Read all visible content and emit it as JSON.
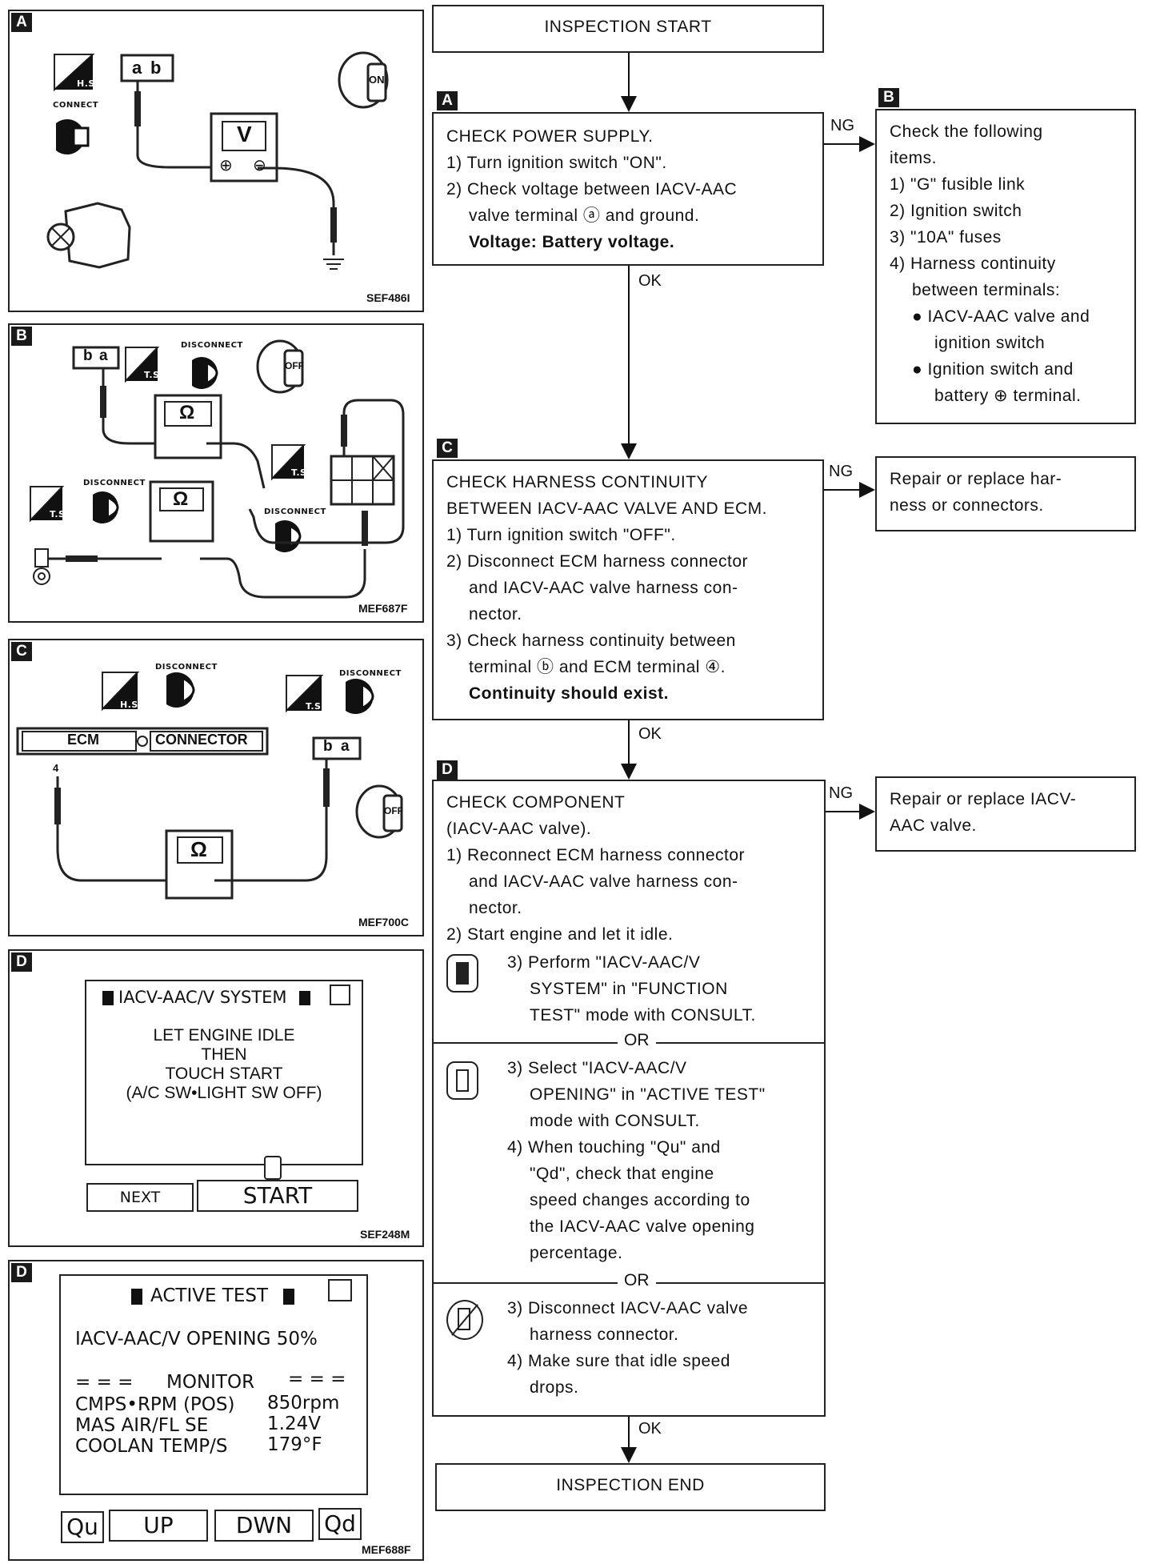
{
  "flow": {
    "start": "INSPECTION START",
    "end": "INSPECTION END",
    "ok": "OK",
    "ng": "NG",
    "or": "OR",
    "step_a": {
      "tag": "A",
      "lines": [
        "CHECK POWER SUPPLY.",
        "1) Turn ignition switch \"ON\".",
        "2) Check voltage between IACV-AAC",
        "valve terminal ⓐ and ground.",
        "Voltage: Battery voltage."
      ]
    },
    "step_b": {
      "tag": "B",
      "lines": [
        "Check the following",
        "items.",
        "1) \"G\" fusible link",
        "2) Ignition switch",
        "3) \"10A\" fuses",
        "4) Harness continuity",
        "between terminals:",
        "● IACV-AAC valve and",
        "ignition switch",
        "● Ignition switch and",
        "battery ⊕ terminal."
      ]
    },
    "step_c": {
      "tag": "C",
      "lines": [
        "CHECK HARNESS CONTINUITY",
        "BETWEEN IACV-AAC VALVE AND ECM.",
        "1) Turn ignition switch \"OFF\".",
        "2) Disconnect ECM harness connector",
        "and IACV-AAC valve harness con-",
        "nector.",
        "3) Check harness continuity between",
        "terminal ⓑ and ECM terminal ④.",
        "Continuity should exist."
      ]
    },
    "repair_c": {
      "lines": [
        "Repair or replace har-",
        "ness or connectors."
      ]
    },
    "step_d": {
      "tag": "D",
      "lines": [
        "CHECK COMPONENT",
        "(IACV-AAC valve).",
        "1) Reconnect ECM harness connector",
        "and IACV-AAC valve harness con-",
        "nector.",
        "2) Start engine and let it idle."
      ],
      "opt1": [
        "3) Perform \"IACV-AAC/V",
        "SYSTEM\" in \"FUNCTION",
        "TEST\" mode with CONSULT."
      ],
      "opt2": [
        "3) Select \"IACV-AAC/V",
        "OPENING\" in \"ACTIVE TEST\"",
        "mode with CONSULT.",
        "4) When touching \"Qu\" and",
        "\"Qd\", check that engine",
        "speed changes according to",
        "the IACV-AAC valve opening",
        "percentage."
      ],
      "opt3": [
        "3) Disconnect IACV-AAC valve",
        "harness connector.",
        "4) Make sure that idle speed",
        "drops."
      ]
    },
    "repair_d": {
      "lines": [
        "Repair or replace IACV-",
        "AAC valve."
      ]
    }
  },
  "figures": {
    "a": {
      "tag": "A",
      "code": "SEF486I",
      "hs": "H.S.",
      "connect": "CONNECT",
      "meter": "V",
      "on": "ON",
      "term_a": "a",
      "term_b": "b",
      "plus": "⊕",
      "minus": "⊖"
    },
    "b": {
      "tag": "B",
      "code": "MEF687F",
      "ts": "T.S.",
      "disconnect": "DISCONNECT",
      "ohm": "Ω",
      "off": "OFF",
      "term_b": "b",
      "term_a": "a"
    },
    "c": {
      "tag": "C",
      "code": "MEF700C",
      "hs": "H.S.",
      "ts": "T.S.",
      "disconnect": "DISCONNECT",
      "ecm": "ECM",
      "connector": "CONNECTOR",
      "ohm": "Ω",
      "pin": "4",
      "off": "OFF",
      "term_b": "b",
      "term_a": "a"
    },
    "d1": {
      "tag": "D",
      "code": "SEF248M",
      "title": "IACV-AAC/V SYSTEM",
      "msg": [
        "LET ENGINE IDLE",
        "THEN",
        "TOUCH START",
        "(A/C SW•LIGHT SW OFF)"
      ],
      "next": "NEXT",
      "start": "START"
    },
    "d2": {
      "tag": "D",
      "code": "MEF688F",
      "title": "ACTIVE TEST",
      "opening": "IACV-AAC/V OPENING 50%",
      "monitor": "MONITOR",
      "rows": [
        {
          "label": "CMPS•RPM (POS)",
          "value": "850rpm"
        },
        {
          "label": "MAS AIR/FL SE",
          "value": "1.24V"
        },
        {
          "label": "COOLAN TEMP/S",
          "value": "179°F"
        }
      ],
      "qu": "Qu",
      "up": "UP",
      "dwn": "DWN",
      "qd": "Qd"
    }
  }
}
